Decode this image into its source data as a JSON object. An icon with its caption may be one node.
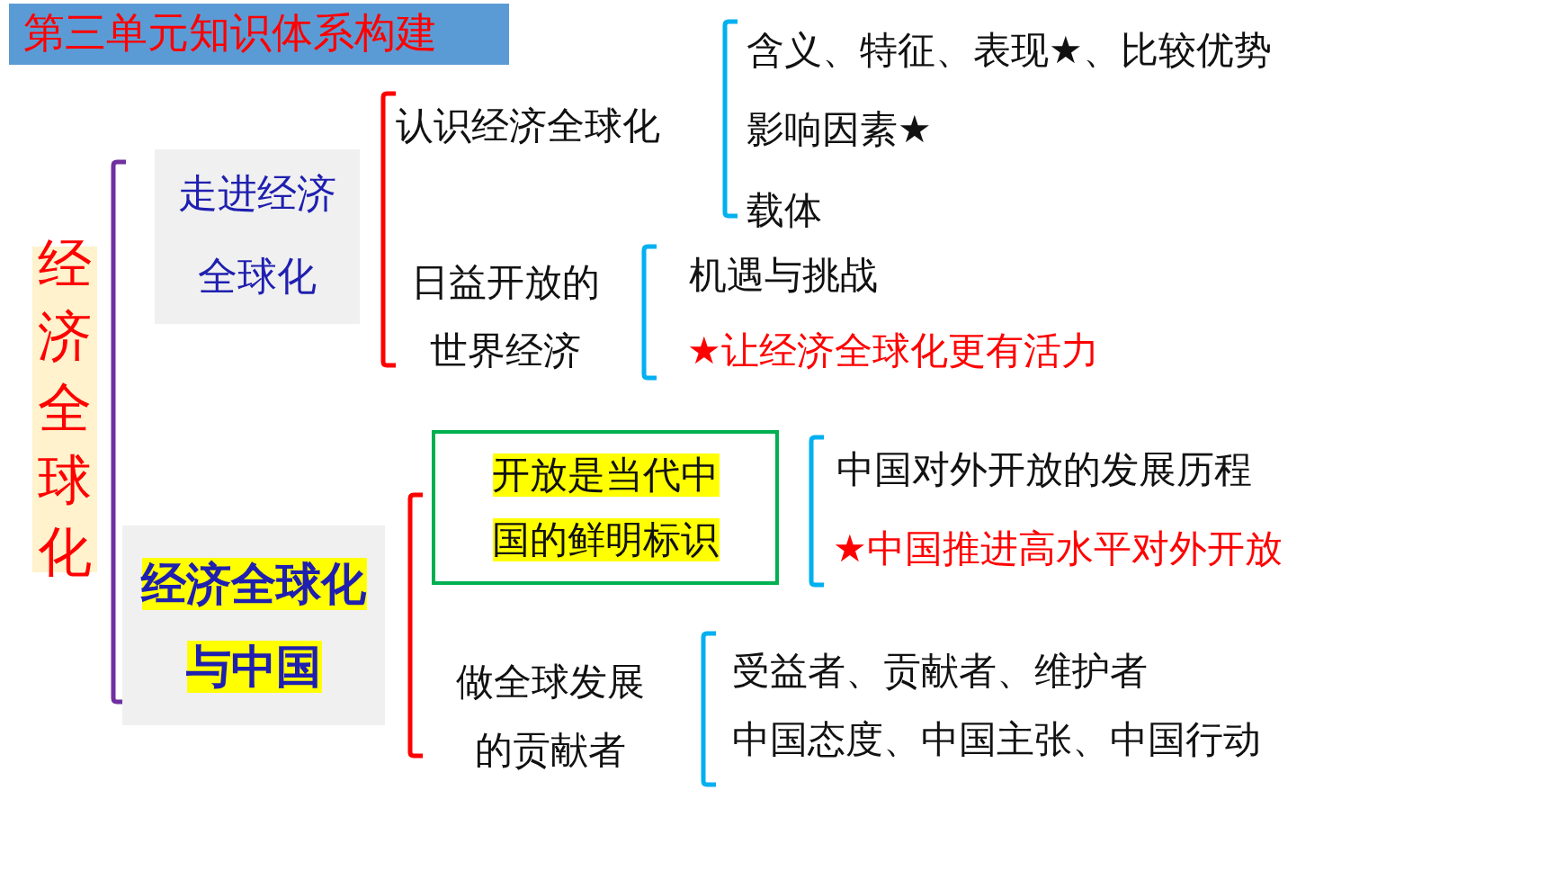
{
  "diagram": {
    "title": "第三单元知识体系构建",
    "nodes": [
      {
        "text": [
          "经济全球化"
        ]
      },
      {
        "text": [
          "走进经济全球化"
        ]
      },
      {
        "text": [
          "经济全球化与中国"
        ]
      },
      {
        "text": [
          "开放是当代中国的鲜明标识"
        ]
      }
    ],
    "labels": [
      "含义、特征、表现★、比较优势",
      "认识经济全球化",
      "影响因素★",
      "载体",
      "日益开放的世界经济",
      "机遇与挑战",
      "★让经济全球化更有活力",
      "中国对外开放的发展历程",
      "★中国推进高水平对外开放",
      "做全球发展的贡献者",
      "受益者、贡献者、维护者",
      "中国态度、中国主张、中国行动"
    ]
  }
}
